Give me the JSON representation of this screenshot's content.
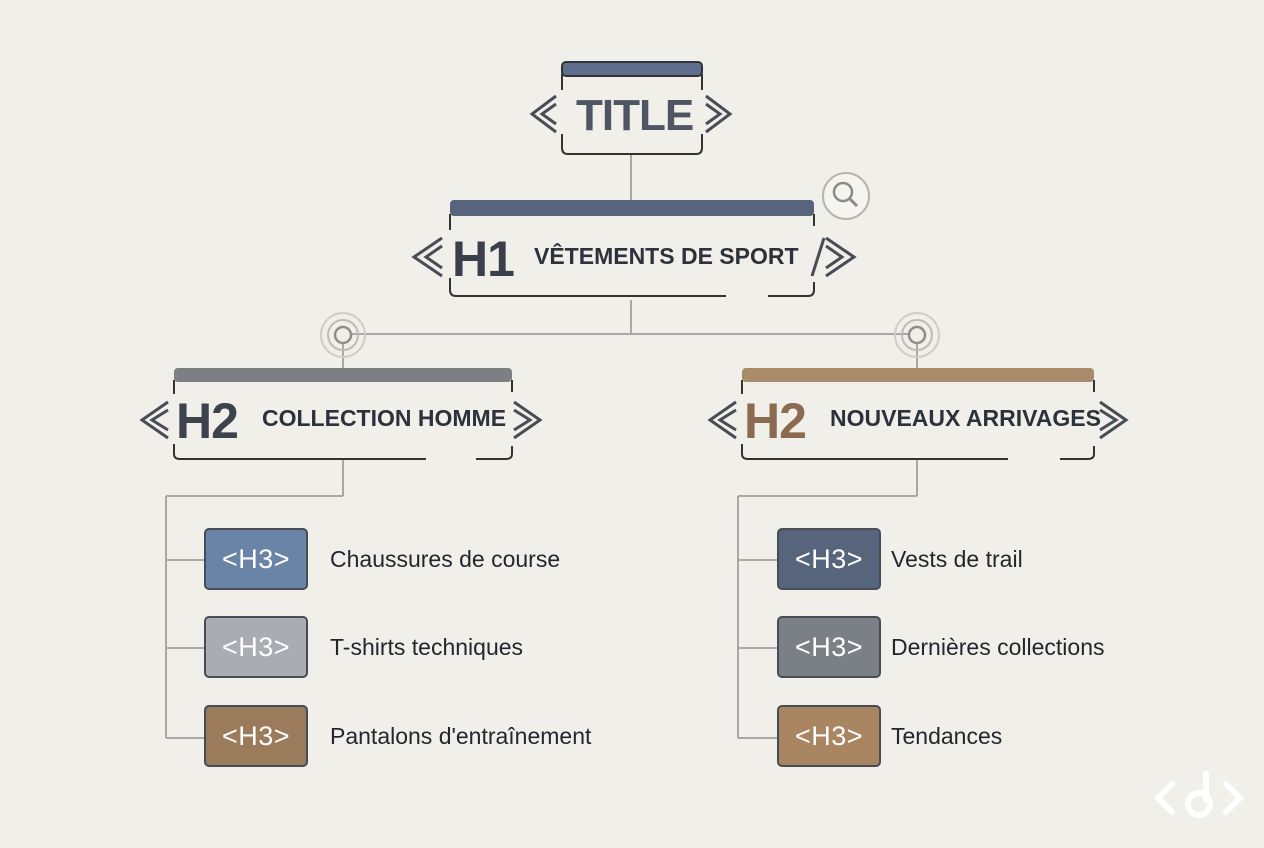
{
  "title_node": {
    "tag": "TITLE"
  },
  "h1_node": {
    "tag": "H1",
    "label": "VÊTEMENTS DE SPORT"
  },
  "h2_left": {
    "tag": "H2",
    "label": "COLLECTION HOMME"
  },
  "h2_right": {
    "tag": "H2",
    "label": "NOUVEAUX ARRIVAGES"
  },
  "h3_left": [
    {
      "badge": "<H3>",
      "text": "Chaussures de course",
      "color": "#6a84a8"
    },
    {
      "badge": "<H3>",
      "text": "T-shirts techniques",
      "color": "#a9adb3"
    },
    {
      "badge": "<H3>",
      "text": "Pantalons d'entraînement",
      "color": "#9c7b5c"
    }
  ],
  "h3_right": [
    {
      "badge": "<H3>",
      "text": "Vests de trail",
      "color": "#56647c"
    },
    {
      "badge": "<H3>",
      "text": "Dernières collections",
      "color": "#7b8086"
    },
    {
      "badge": "<H3>",
      "text": "Tendances",
      "color": "#a98562"
    }
  ],
  "colors": {
    "background": "#f1efea",
    "title_bar": "#5d6e8e",
    "h1_bar": "#56647c",
    "h2_left_bar": "#7c8082",
    "h2_right_bar": "#a98a69",
    "h2_right_tag": "#8b6a4f",
    "connector": "#a8a8a8"
  },
  "icons": {
    "search": "search-icon",
    "target": "target-icon",
    "brand": "code-bracket-logo"
  }
}
